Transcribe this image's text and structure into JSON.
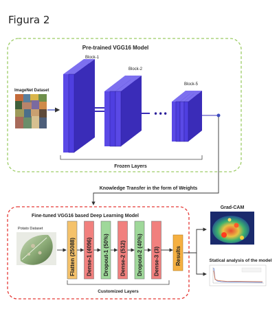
{
  "figure_label": "Figura 2",
  "pretrained": {
    "title": "Pre-trained VGG16 Model",
    "block_labels": [
      "Block-1",
      "Block-2",
      "Block-5"
    ],
    "ellipsis": "•••",
    "frozen_label": "Frozen Layers",
    "dataset_label": "ImageNet Dataset"
  },
  "transfer_label": "Knowledge Transfer in the form of Weights",
  "finetuned": {
    "title": "Fine-tuned VGG16 based Deep Learning Model",
    "dataset_label": "Potato Dataset",
    "layers": [
      {
        "label": "Flatten (25088)",
        "color": "#f5c26b"
      },
      {
        "label": "Dense-1 (4096)",
        "color": "#f1807e"
      },
      {
        "label": "Dropout-1 (50%)",
        "color": "#9fd89a"
      },
      {
        "label": "Dense-2 (512)",
        "color": "#f1807e"
      },
      {
        "label": "Dropout-2 (40%)",
        "color": "#9fd89a"
      },
      {
        "label": "Dense-3 (3)",
        "color": "#f1807e"
      }
    ],
    "results_label": "Results",
    "customized_label": "Customized Layers"
  },
  "outputs": {
    "gradcam_label": "Grad-CAM",
    "stats_label": "Statical analysis of the model"
  },
  "colors": {
    "pretrained_border": "#9ccc65",
    "finetuned_border": "#e53935",
    "block_front": "#5a49e6",
    "block_side": "#3a2cb8",
    "block_top": "#7d70f0",
    "results": "#f5b041",
    "arrow": "#3b4cc0"
  }
}
